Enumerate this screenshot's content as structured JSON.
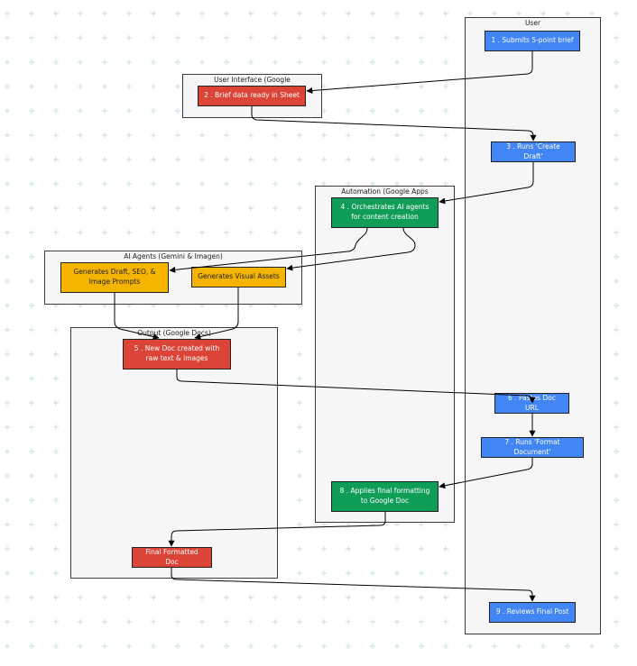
{
  "colors": {
    "background_plus": "#cfe3ea",
    "lane_fill": "#f6f6f8",
    "lane_border": "#3a3a3a",
    "edge": "#000000",
    "red": "#dc4437",
    "blue": "#4285f4",
    "green": "#0f9d58",
    "yellow": "#f4b400"
  },
  "lanes": {
    "user": "User",
    "ui": "User Interface (Google",
    "automation": "Automation (Google Apps",
    "agents": "AI Agents (Gemini & Imagen)",
    "output": "Output (Google Docs)"
  },
  "nodes": {
    "n1": "1 . Submits 5-point brief",
    "n2": "2 . Brief data ready in Sheet",
    "n3": "3 . Runs 'Create Draft'",
    "n4": "4 . Orchestrates AI agents\nfor content creation",
    "ag1": "Generates Draft, SEO, &\nImage Prompts",
    "ag2": "Generates Visual Assets",
    "n5": "5 . New Doc created with\nraw text & images",
    "n6": "6 . Pastes Doc URL",
    "n7": "7 . Runs 'Format Document'",
    "n8": "8 . Applies final formatting\nto Google Doc",
    "final": "Final Formatted Doc",
    "n9": "9 . Reviews Final Post"
  }
}
